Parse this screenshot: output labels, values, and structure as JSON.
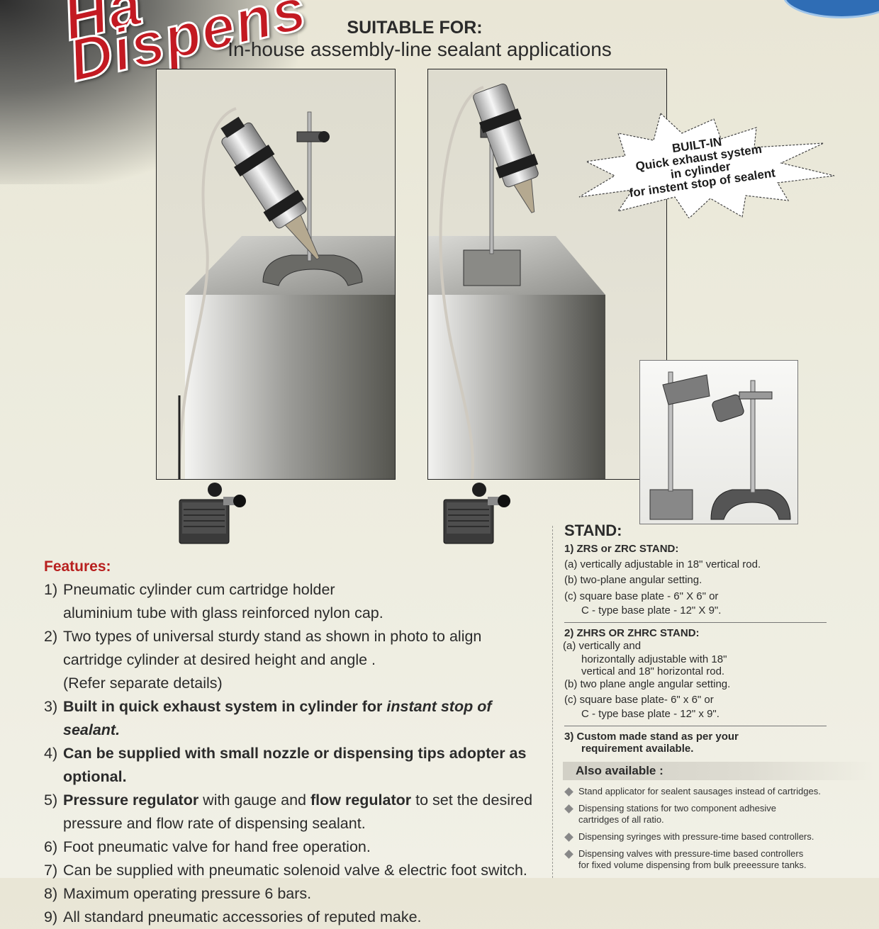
{
  "header": {
    "title_line1": "Ha",
    "title_line2": "Dispens",
    "suitable_heading": "SUITABLE FOR:",
    "suitable_sub": "In-house assembly-line sealant applications"
  },
  "burst": {
    "lines": [
      "BUILT-IN",
      "Quick exhaust system",
      "in cylinder",
      "for instent stop of sealent"
    ]
  },
  "features": {
    "heading": "Features:",
    "items": [
      {
        "num": "1)",
        "lines": [
          [
            {
              "t": "Pneumatic cylinder cum  cartridge holder"
            }
          ],
          [
            {
              "t": "aluminium tube  with glass reinforced nylon cap."
            }
          ]
        ]
      },
      {
        "num": "2)",
        "lines": [
          [
            {
              "t": "Two types of universal sturdy stand as shown in photo to align"
            }
          ],
          [
            {
              "t": "cartridge cylinder at desired height and angle ."
            }
          ],
          [
            {
              "t": "(Refer separate details)"
            }
          ]
        ]
      },
      {
        "num": "3)",
        "lines": [
          [
            {
              "t": "Built in quick exhaust system in cylinder for ",
              "b": true
            },
            {
              "t": "instant stop of sealant.",
              "b": true,
              "i": true
            }
          ]
        ]
      },
      {
        "num": "4)",
        "lines": [
          [
            {
              "t": "Can be supplied with small nozzle or dispensing tips adopter as optional.",
              "b": true
            }
          ]
        ]
      },
      {
        "num": "5)",
        "lines": [
          [
            {
              "t": "Pressure regulator",
              "b": true
            },
            {
              "t": " with gauge and "
            },
            {
              "t": "flow regulator",
              "b": true
            },
            {
              "t": " to set the desired"
            }
          ],
          [
            {
              "t": "pressure and flow rate of dispensing sealant."
            }
          ]
        ]
      },
      {
        "num": "6)",
        "lines": [
          [
            {
              "t": "Foot pneumatic valve for hand free operation."
            }
          ]
        ]
      },
      {
        "num": "7)",
        "lines": [
          [
            {
              "t": "Can be supplied with  pneumatic solenoid valve & electric foot switch."
            }
          ]
        ]
      },
      {
        "num": "8)",
        "lines": [
          [
            {
              "t": "Maximum operating pressure 6 bars."
            }
          ]
        ]
      },
      {
        "num": "9)",
        "lines": [
          [
            {
              "t": "All standard pneumatic accessories of reputed make."
            }
          ]
        ]
      }
    ]
  },
  "stand": {
    "heading": "STAND:",
    "zrs_title": "1)  ZRS or ZRC STAND:",
    "zrs_a": "(a) vertically adjustable in 18\" vertical rod.",
    "zrs_b": "(b) two-plane angular setting.",
    "zrs_c1": "(c) square base plate - 6\" X 6\" or",
    "zrs_c2": "C - type  base plate - 12\" X 9\".",
    "zhrs_title": "2)  ZHRS OR ZHRC STAND:",
    "zhrs_a1": "(a) vertically and",
    "zhrs_a2": "horizontally adjustable with 18\"",
    "zhrs_a3": "vertical and 18\" horizontal rod.",
    "zhrs_b": "(b) two plane angle angular setting.",
    "zhrs_c1": "(c) square base plate- 6\" x 6\" or",
    "zhrs_c2": "C  - type base plate - 12\" x 9\".",
    "custom_1": "3)  Custom made stand as per your",
    "custom_2": "requirement available."
  },
  "also": {
    "heading": "Also available :",
    "items": [
      [
        "Stand applicator for sealent sausages instead of cartridges."
      ],
      [
        "Dispensing stations for two component adhesive",
        "cartridges of all ratio."
      ],
      [
        "Dispensing syringes with pressure-time based controllers."
      ],
      [
        "Dispensing valves with pressure-time based controllers",
        "for fixed volume dispensing from bulk preeessure tanks."
      ]
    ]
  },
  "colors": {
    "accent_red": "#c31a22",
    "feature_heading_red": "#b8201f",
    "badge_blue": "#2f6db5"
  }
}
